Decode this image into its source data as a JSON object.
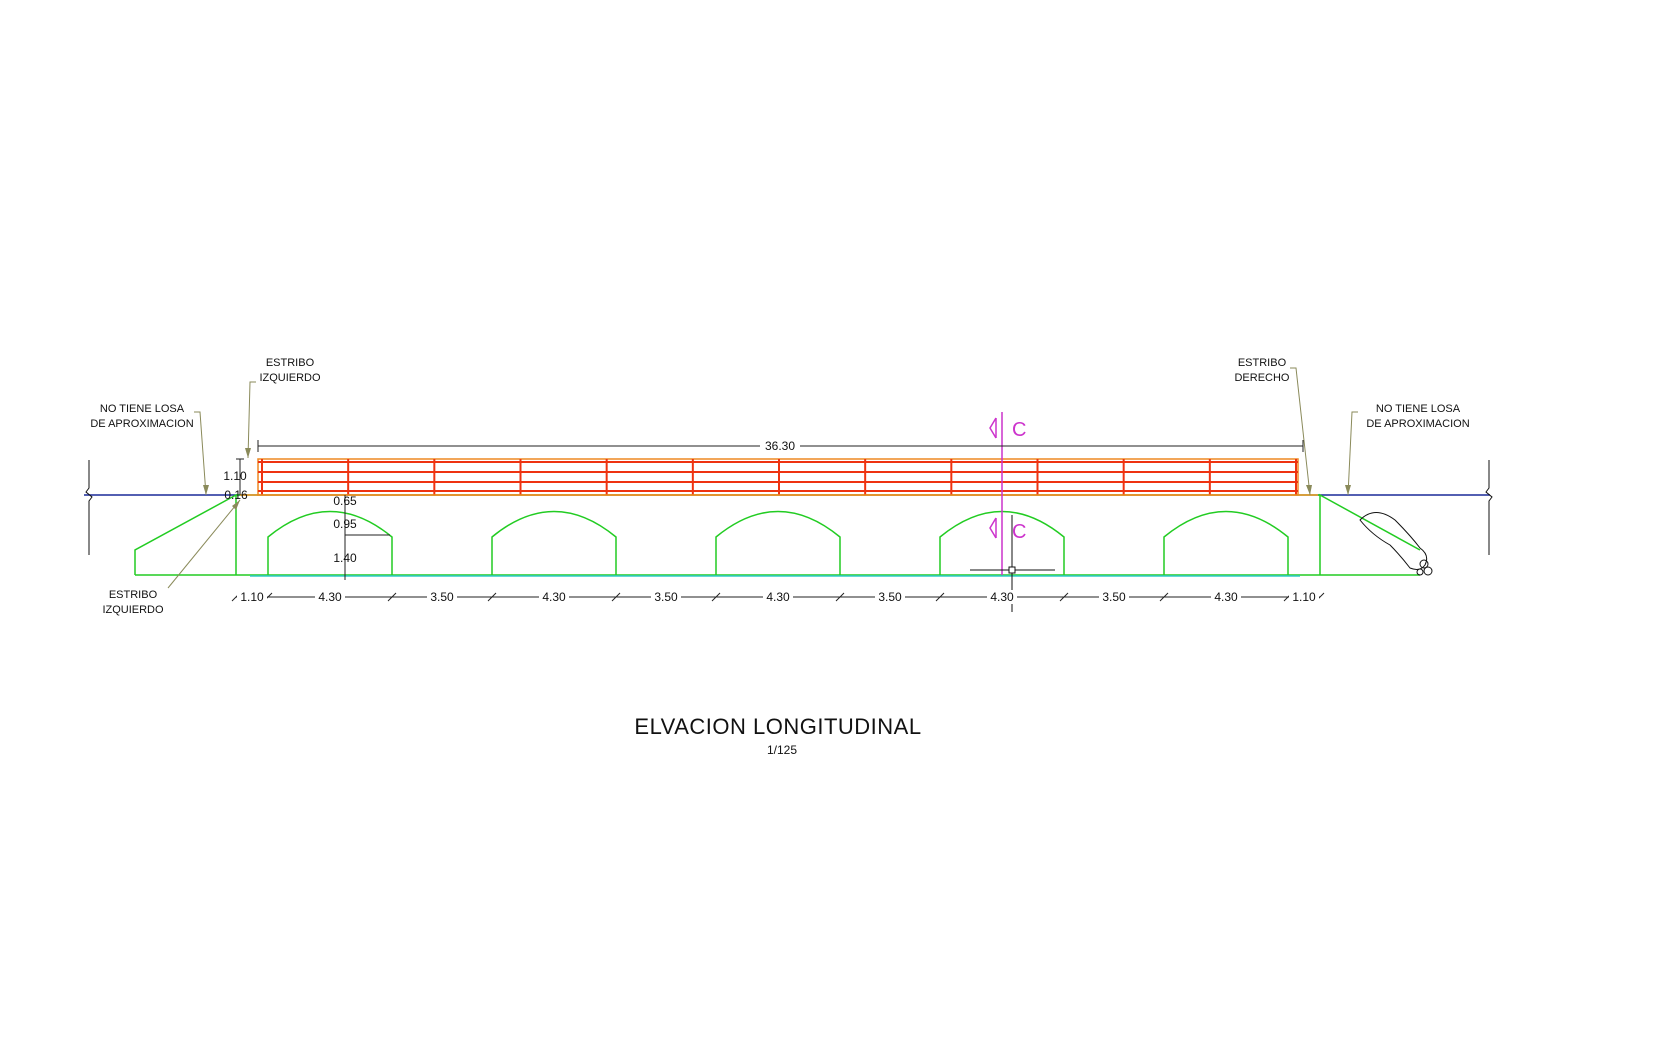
{
  "drawing": {
    "title": "ELVACION LONGITUDINAL",
    "scale": "1/125"
  },
  "labels": {
    "no_losa_left_1": "NO TIENE LOSA",
    "no_losa_left_2": "DE APROXIMACION",
    "estribo_izq_top_1": "ESTRIBO",
    "estribo_izq_top_2": "IZQUIERDO",
    "estribo_der_top_1": "ESTRIBO",
    "estribo_der_top_2": "DERECHO",
    "no_losa_right_1": "NO TIENE LOSA",
    "no_losa_right_2": "DE APROXIMACION",
    "estribo_izq_bottom_1": "ESTRIBO",
    "estribo_izq_bottom_2": "IZQUIERDO",
    "centerline_top": "C",
    "centerline_bottom": "C"
  },
  "dimensions": {
    "total_length": "36.30",
    "railing_height": "1.10",
    "deck_thickness": "0.16",
    "arch_rise": "0.65",
    "arch_depth": "0.95",
    "pier_height": "1.40",
    "bottom": [
      "1.10",
      "4.30",
      "3.50",
      "4.30",
      "3.50",
      "4.30",
      "3.50",
      "4.30",
      "3.50",
      "4.30",
      "1.10"
    ]
  },
  "colors": {
    "structure": "#22cc22",
    "railing": "#ee3311",
    "railing_outline": "#ee8822",
    "road": "#1a2a99",
    "water": "#33cccc",
    "centerline": "#cc33cc",
    "leader": "#8a8a5a",
    "dimension": "#222222"
  }
}
